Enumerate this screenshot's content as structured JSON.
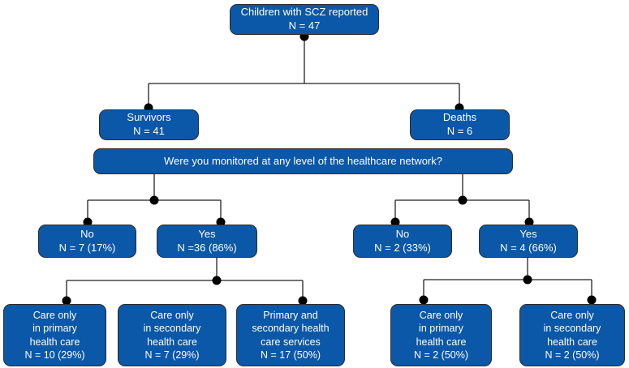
{
  "colors": {
    "box_fill": "#0b57a8",
    "box_border": "#2d2d2d",
    "connector": "#222222",
    "dot": "#000000",
    "text_color": "#ffffff",
    "background": "#ffffff"
  },
  "flowchart": {
    "root": "Children with SCZ reported\nN = 47",
    "survivors": "Survivors\nN = 41",
    "deaths": "Deaths\nN = 6",
    "question": "Were you monitored at any level of the healthcare network?",
    "survivors_no": "No\nN = 7 (17%)",
    "survivors_yes": "Yes\nN =36 (86%)",
    "deaths_no": "No\nN = 2 (33%)",
    "deaths_yes": "Yes\nN = 4 (66%)",
    "survivors_primary": "Care only\nin primary\nhealth care\nN = 10 (29%)",
    "survivors_secondary": "Care only\nin secondary\nhealth care\nN = 7 (29%)",
    "survivors_both": "Primary and\nsecondary health\ncare services\nN = 17 (50%)",
    "deaths_primary": "Care only\nin primary\nhealth care\nN = 2 (50%)",
    "deaths_secondary": "Care only\nin secondary\nhealth care\nN = 2 (50%)"
  }
}
